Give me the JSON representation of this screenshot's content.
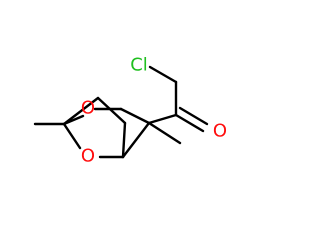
{
  "diagram": {
    "type": "chemical-structure",
    "atoms": {
      "chlorine": {
        "symbol": "Cl",
        "color": "#1fbf1f"
      },
      "ketone_oxygen": {
        "symbol": "O",
        "color": "#ff0d0d"
      },
      "ring_oxygen_top": {
        "symbol": "O",
        "color": "#ff0d0d"
      },
      "ring_oxygen_bottom": {
        "symbol": "O",
        "color": "#ff0d0d"
      }
    },
    "bond_color": "#000000"
  }
}
